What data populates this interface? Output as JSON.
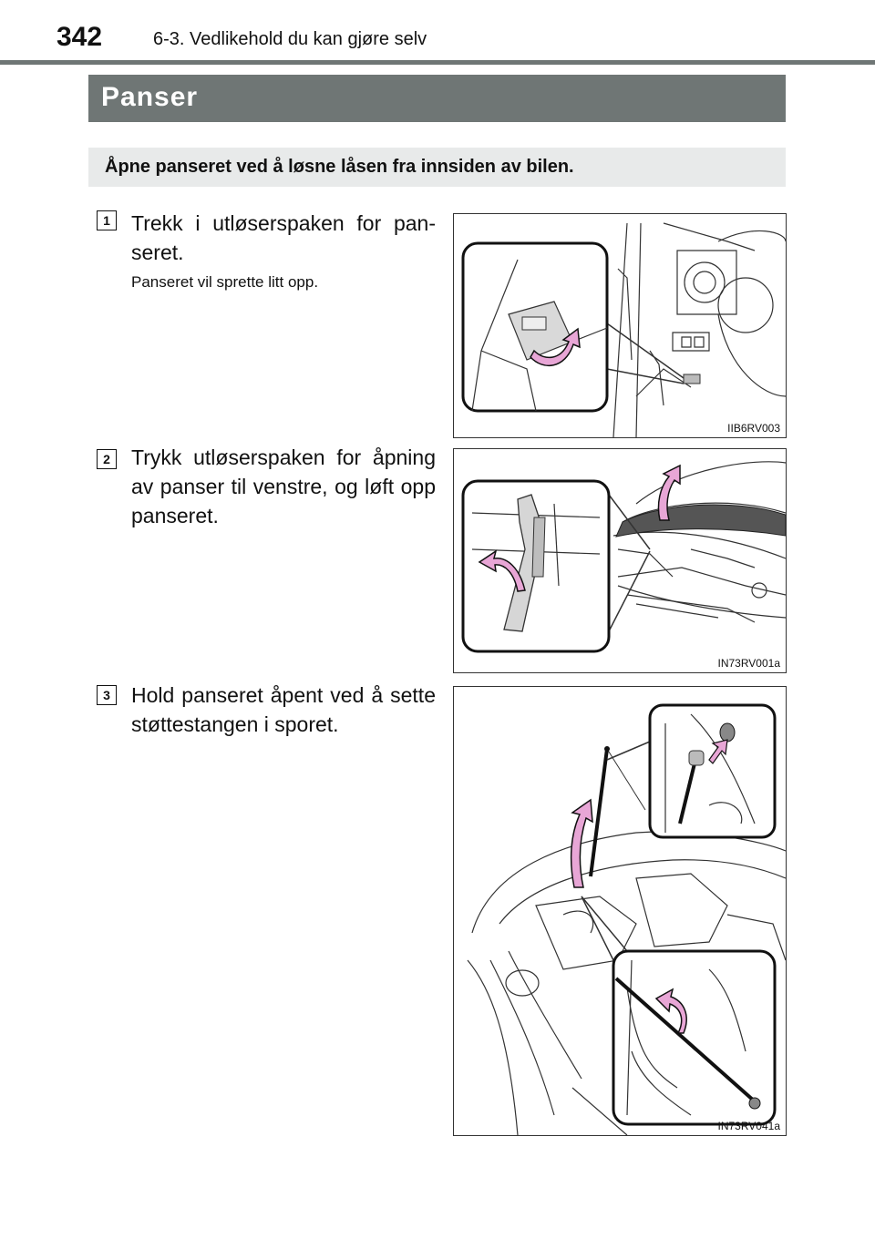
{
  "header": {
    "page_number": "342",
    "chapter": "6-3. Vedlikehold du kan gjøre selv"
  },
  "section": {
    "title": "Panser",
    "intro": "Åpne panseret ved å løsne låsen fra innsiden av bilen."
  },
  "steps": [
    {
      "number": "1",
      "text": "Trekk i utløserspaken for pan-seret.",
      "note": "Panseret vil sprette litt opp.",
      "figure_code": "IIB6RV003"
    },
    {
      "number": "2",
      "text": "Trykk utløserspaken for åpning av panser til venstre, og løft opp panseret.",
      "figure_code": "IN73RV001a"
    },
    {
      "number": "3",
      "text": "Hold panseret åpent ved å sette støttestangen i sporet.",
      "figure_code": "IN73RV041a"
    }
  ],
  "colors": {
    "title_bar": "#6f7675",
    "intro_box": "#e8eaea",
    "arrow_pink": "#e8a6d6"
  },
  "icons": [
    "pull-arrow-icon",
    "lift-arrow-icon"
  ]
}
